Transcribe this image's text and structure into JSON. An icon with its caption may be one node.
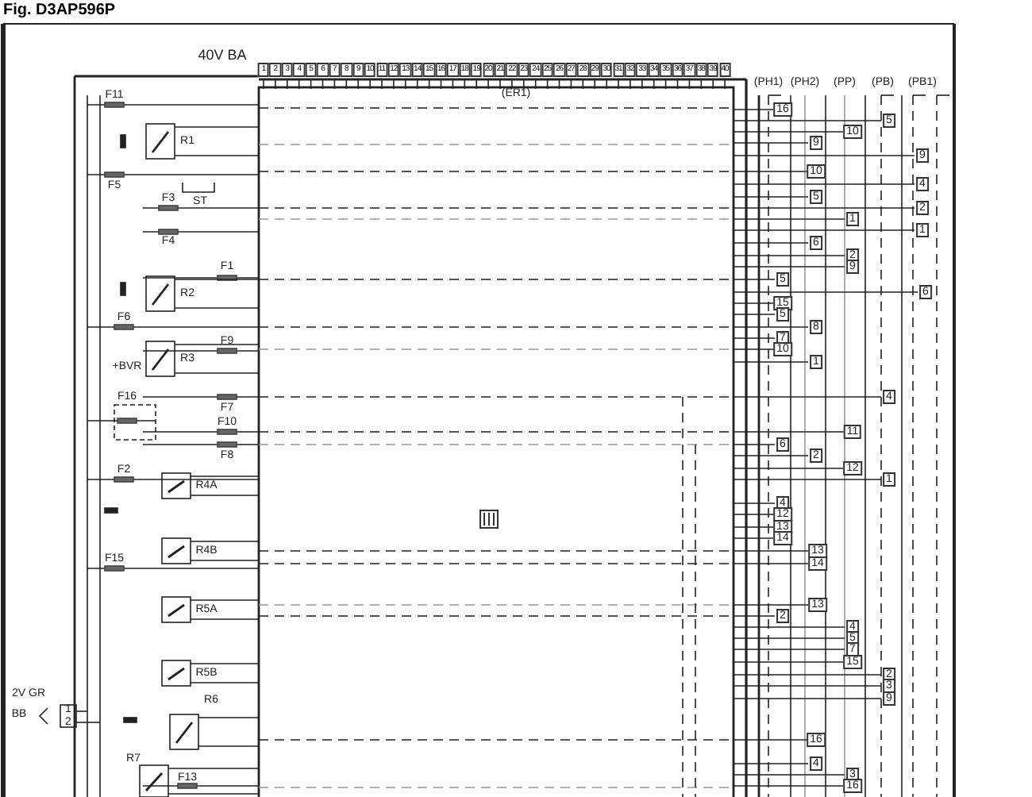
{
  "diagram": {
    "title": "Fig. D3AP596P",
    "labels": [
      "40V BA",
      "1",
      "2",
      "3",
      "4",
      "5",
      "6",
      "7",
      "8",
      "9",
      "10",
      "11",
      "12",
      "13",
      "14",
      "15",
      "16",
      "17",
      "18",
      "19",
      "20",
      "21",
      "22",
      "23",
      "24",
      "25",
      "26",
      "27",
      "28",
      "29",
      "30",
      "31",
      "32",
      "33",
      "34",
      "35",
      "36",
      "37",
      "38",
      "39",
      "40",
      "(ER1)",
      "(PH1)",
      "(PH2)",
      "(PP)",
      "(PB)",
      "(PB1)",
      "F11",
      "R1",
      "F5",
      "F3",
      "ST",
      "F4",
      "F1",
      "R2",
      "F6",
      "F9",
      "R3",
      "+BVR",
      "F16",
      "F7",
      "F10",
      "F8",
      "F2",
      "R4A",
      "R4B",
      "F15",
      "R5A",
      "R5B",
      "2V GR",
      "R6",
      "BB",
      "1",
      "2",
      "R7",
      "F13",
      "16",
      "5",
      "10",
      "9",
      "9",
      "10",
      "4",
      "5",
      "2",
      "1",
      "1",
      "6",
      "2",
      "9",
      "5",
      "6",
      "15",
      "5",
      "8",
      "7",
      "10",
      "1",
      "4",
      "11",
      "6",
      "2",
      "12",
      "1",
      "4",
      "12",
      "13",
      "14",
      "13",
      "14",
      "13",
      "2",
      "4",
      "5",
      "7",
      "15",
      "2",
      "3",
      "9",
      "16",
      "4",
      "3",
      "16"
    ]
  }
}
